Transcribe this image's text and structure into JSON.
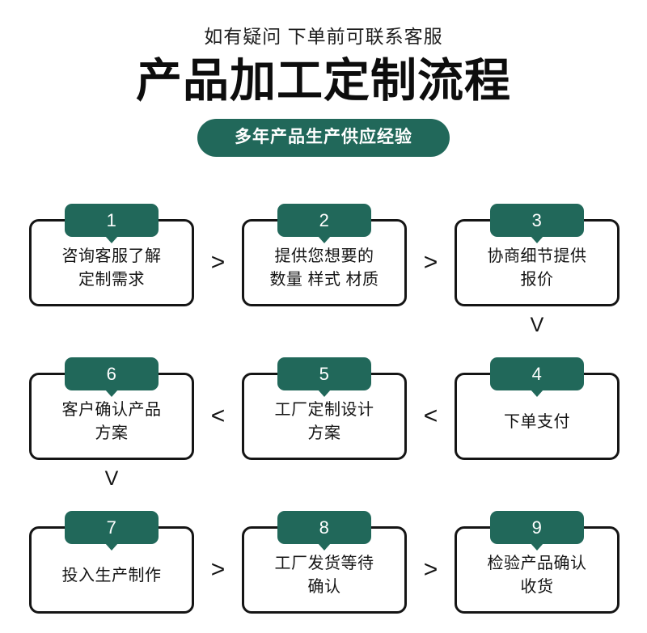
{
  "header": {
    "subtitle": "如有疑问 下单前可联系客服",
    "title": "产品加工定制流程",
    "banner": "多年产品生产供应经验"
  },
  "theme": {
    "green": "#21685a",
    "ink": "#151515",
    "background": "#ffffff"
  },
  "flow": {
    "rows": [
      {
        "cells": [
          {
            "number": "1",
            "label": "咨询客服了解\n定制需求"
          },
          {
            "number": "2",
            "label": "提供您想要的\n数量 样式 材质"
          },
          {
            "number": "3",
            "label": "协商细节提供\n报价"
          }
        ],
        "h_connectors": [
          ">",
          ">"
        ],
        "v_connector_right": "V"
      },
      {
        "cells": [
          {
            "number": "6",
            "label": "客户确认产品\n方案"
          },
          {
            "number": "5",
            "label": "工厂定制设计\n方案"
          },
          {
            "number": "4",
            "label": "下单支付"
          }
        ],
        "h_connectors": [
          "<",
          "<"
        ],
        "v_connector_left": "V"
      },
      {
        "cells": [
          {
            "number": "7",
            "label": "投入生产制作"
          },
          {
            "number": "8",
            "label": "工厂发货等待\n确认"
          },
          {
            "number": "9",
            "label": "检验产品确认\n收货"
          }
        ],
        "h_connectors": [
          ">",
          ">"
        ]
      }
    ]
  }
}
